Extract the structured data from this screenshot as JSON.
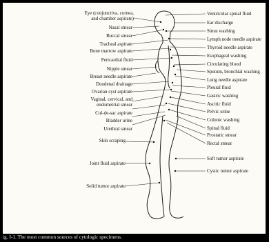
{
  "caption": "ig. I-1. The most common sources of cytologic specimens.",
  "left_labels": [
    "Eye (conjunctiva, cornea,",
    "and chamber aspirate)",
    "Nasal smear",
    "Buccal smear",
    "Tracheal aspirate",
    "Bone marrow aspirate",
    "Pericardial fluid",
    "Nipple smear",
    "Breast needle aspirate",
    "Duodenal drainage",
    "Ovarian cyst aspirate",
    "Vaginal, cervical, and",
    "endometrial smear",
    "Cul-de-sac aspirate",
    "Bladder urine",
    "Urethral smear",
    "Skin scraping",
    "Joint fluid aspirate",
    "Solid tumor aspirate"
  ],
  "right_labels": [
    "Ventricular spinal fluid",
    "Ear discharge",
    "Sinus washing",
    "Lymph node needle aspirate",
    "Thyroid needle aspirate",
    "Esophageal washing",
    "Circulating blood",
    "Sputum, bronchial washing",
    "Lung needle aspirate",
    "Pleural fluid",
    "Gastric washing",
    "Ascitic fluid",
    "Pelvic urine",
    "Colonic washing",
    "Spinal fluid",
    "Prostatic smear",
    "Rectal smear",
    "Soft tumor aspirate",
    "Cystic tumor aspirate"
  ]
}
